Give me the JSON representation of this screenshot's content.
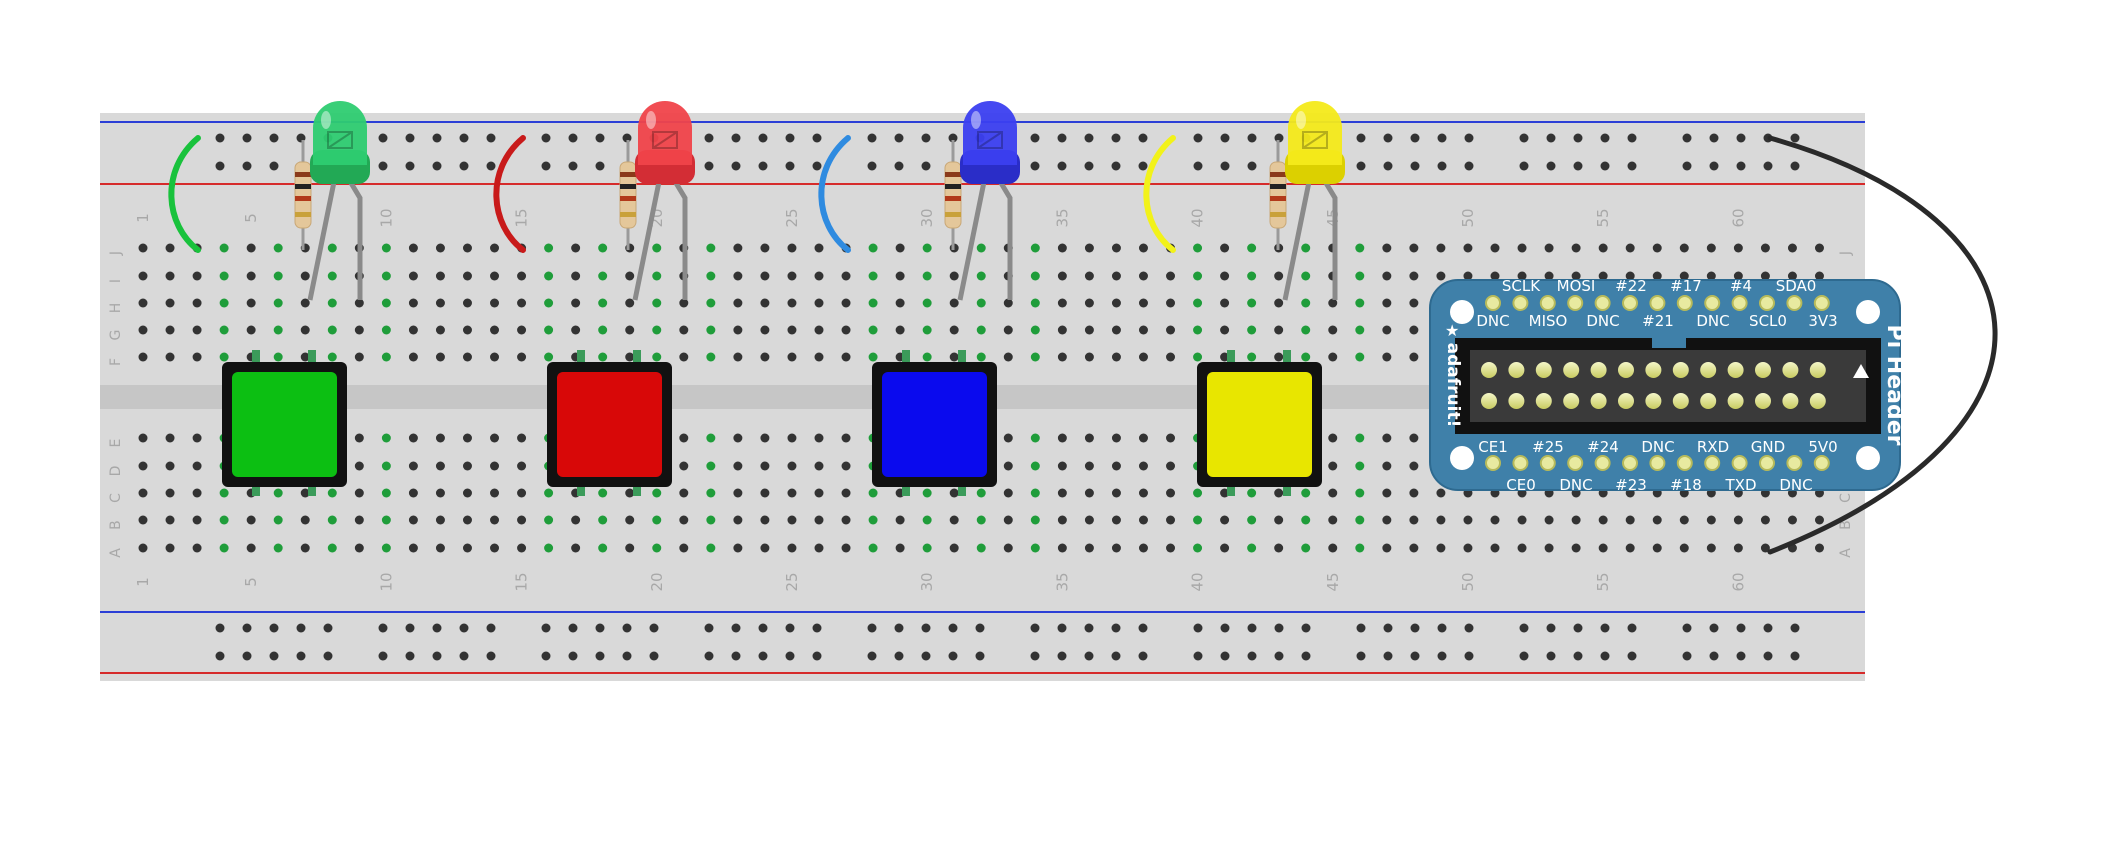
{
  "breadboard": {
    "top_numbers": [
      "1",
      "5",
      "10",
      "15",
      "20",
      "25",
      "30",
      "35",
      "40",
      "45",
      "50",
      "55",
      "60"
    ],
    "bottom_numbers": [
      "1",
      "5",
      "10",
      "15",
      "20",
      "25",
      "30",
      "35",
      "40",
      "45",
      "50",
      "55",
      "60"
    ],
    "row_letters_top": [
      "J",
      "I",
      "H",
      "G",
      "F"
    ],
    "row_letters_bottom": [
      "E",
      "D",
      "C",
      "B",
      "A"
    ],
    "colors": {
      "board": "#d9d9d9",
      "rail_blue": "#2b3fd6",
      "rail_red": "#d62b2b",
      "hole": "#333333",
      "connected_hole": "#1f9d3a"
    }
  },
  "components": {
    "leds": [
      {
        "name": "green-led",
        "color": "#2ecc71",
        "rim": "#22a955"
      },
      {
        "name": "red-led",
        "color": "#f0434a",
        "rim": "#d32d35"
      },
      {
        "name": "blue-led",
        "color": "#3b3ff0",
        "rim": "#2a2dc8"
      },
      {
        "name": "yellow-led",
        "color": "#f4ea1a",
        "rim": "#dcd000"
      }
    ],
    "buttons": [
      {
        "name": "green-button",
        "color": "#0cbf12"
      },
      {
        "name": "red-button",
        "color": "#d80808"
      },
      {
        "name": "blue-button",
        "color": "#0a0aee"
      },
      {
        "name": "yellow-button",
        "color": "#e8e600"
      }
    ],
    "jumpers": [
      {
        "name": "green-jumper",
        "color": "#19c23c"
      },
      {
        "name": "red-jumper",
        "color": "#c81a1a"
      },
      {
        "name": "blue-jumper",
        "color": "#2f8be0"
      },
      {
        "name": "yellow-jumper",
        "color": "#f2f21a"
      }
    ],
    "ground_wire_color": "#2a2a2a"
  },
  "pi_header": {
    "brand": "adafruit!",
    "title": "Pi Header",
    "top_row1": [
      "SCLK",
      "MOSI",
      "#22",
      "#17",
      "#4",
      "SDA0"
    ],
    "top_row2": [
      "DNC",
      "MISO",
      "DNC",
      "#21",
      "DNC",
      "SCL0",
      "3V3"
    ],
    "bottom_row1": [
      "CE1",
      "#25",
      "#24",
      "DNC",
      "RXD",
      "GND",
      "5V0"
    ],
    "bottom_row2": [
      "CE0",
      "DNC",
      "#23",
      "#18",
      "TXD",
      "DNC"
    ],
    "board_color": "#3f80a9",
    "pin_color": "#e8eaa0"
  }
}
